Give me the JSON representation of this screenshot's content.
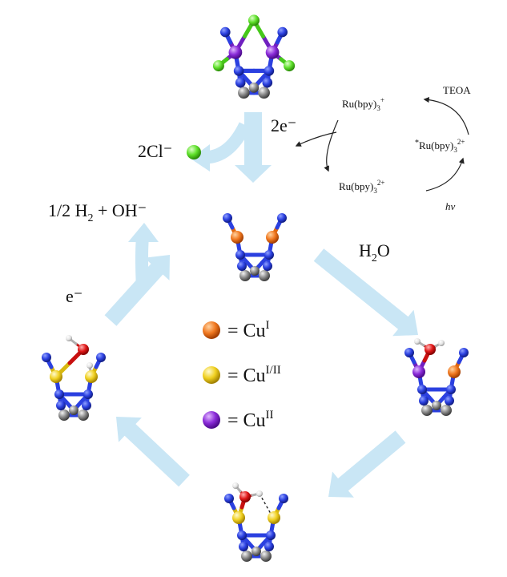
{
  "labels": {
    "chloride_release": "2Cl⁻",
    "two_electrons": "2e⁻",
    "h2_product_prefix": "1/2 H",
    "h2_product_sub": "2",
    "h2_product_suffix": " + OH⁻",
    "electron": "e⁻",
    "water_prefix": "H",
    "water_sub": "2",
    "water_suffix": "O"
  },
  "photocycle": {
    "ru_top": {
      "base": "Ru(bpy)",
      "sub": "3",
      "sup": "+"
    },
    "ru_bottom": {
      "base": "Ru(bpy)",
      "sub": "3",
      "sup": "2+"
    },
    "ru_excited": {
      "star": "*",
      "base": "Ru(bpy)",
      "sub": "3",
      "sup": "2+"
    },
    "sacrificial_donor": "TEOA",
    "light": "hv"
  },
  "legend": [
    {
      "prefix": "= Cu",
      "sup": "I",
      "color": "#f07820"
    },
    {
      "prefix": "= Cu",
      "sup": "I/II",
      "color": "#f0d020"
    },
    {
      "prefix": "= Cu",
      "sup": "II",
      "color": "#8a2bd8"
    }
  ],
  "colors": {
    "arrow": "#c9e6f5",
    "nitrogen": "#2b40e0",
    "carbon": "#8a8a8a",
    "chlorine": "#5ee02a",
    "oxygen": "#e01818",
    "hydrogen": "#e8e8e8"
  }
}
